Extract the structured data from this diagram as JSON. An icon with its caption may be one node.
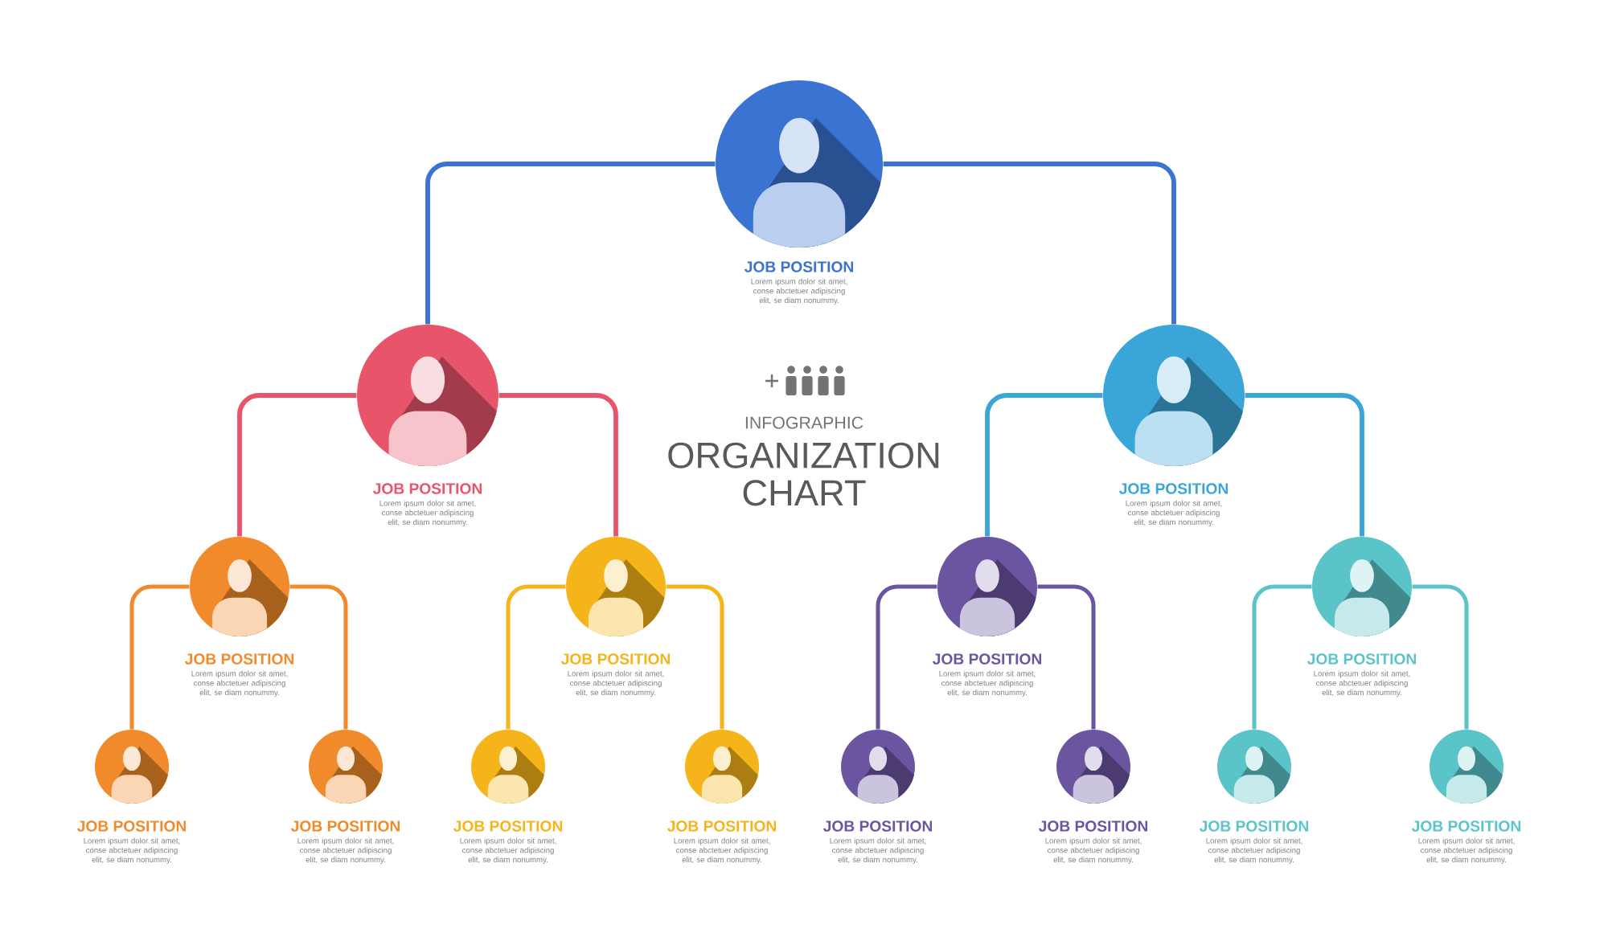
{
  "diagram": {
    "nodes": [
      {
        "text": [
          "JOB POSITION",
          "Lorem ipsum dolor sit amet, conse abctetuer adipiscing elit, se diam nonummy."
        ]
      },
      {
        "text": [
          "JOB POSITION",
          "Lorem ipsum dolor sit amet, conse abctetuer adipiscing elit, se diam nonummy."
        ]
      },
      {
        "text": [
          "JOB POSITION",
          "Lorem ipsum dolor sit amet, conse abctetuer adipiscing elit, se diam nonummy."
        ]
      },
      {
        "text": [
          "JOB POSITION",
          "Lorem ipsum dolor sit amet, conse abctetuer adipiscing elit, se diam nonummy."
        ]
      },
      {
        "text": [
          "JOB POSITION",
          "Lorem ipsum dolor sit amet, conse abctetuer adipiscing elit, se diam nonummy."
        ]
      },
      {
        "text": [
          "JOB POSITION",
          "Lorem ipsum dolor sit amet, conse abctetuer adipiscing elit, se diam nonummy."
        ]
      },
      {
        "text": [
          "JOB POSITION",
          "Lorem ipsum dolor sit amet, conse abctetuer adipiscing elit, se diam nonummy."
        ]
      },
      {
        "text": [
          "JOB POSITION",
          "Lorem ipsum dolor sit amet, conse abctetuer adipiscing elit, se diam nonummy."
        ]
      },
      {
        "text": [
          "JOB POSITION",
          "Lorem ipsum dolor sit amet, conse abctetuer adipiscing elit, se diam nonummy."
        ]
      },
      {
        "text": [
          "JOB POSITION",
          "Lorem ipsum dolor sit amet, conse abctetuer adipiscing elit, se diam nonummy."
        ]
      },
      {
        "text": [
          "JOB POSITION",
          "Lorem ipsum dolor sit amet, conse abctetuer adipiscing elit, se diam nonummy."
        ]
      },
      {
        "text": [
          "JOB POSITION",
          "Lorem ipsum dolor sit amet, conse abctetuer adipiscing elit, se diam nonummy."
        ]
      },
      {
        "text": [
          "JOB POSITION",
          "Lorem ipsum dolor sit amet, conse abctetuer adipiscing elit, se diam nonummy."
        ]
      },
      {
        "text": [
          "JOB POSITION",
          "Lorem ipsum dolor sit amet, conse abctetuer adipiscing elit, se diam nonummy."
        ]
      },
      {
        "text": [
          "JOB POSITION",
          "Lorem ipsum dolor sit amet, conse abctetuer adipiscing elit, se diam nonummy."
        ]
      }
    ],
    "edges": [
      {
        "from": 0,
        "to": 1,
        "arrow": "none",
        "color": "#3a73d1"
      },
      {
        "from": 0,
        "to": 2,
        "arrow": "none",
        "color": "#3a73d1"
      },
      {
        "from": 1,
        "to": 3,
        "arrow": "none",
        "color": "#e8556b"
      },
      {
        "from": 1,
        "to": 4,
        "arrow": "none",
        "color": "#e8556b"
      },
      {
        "from": 2,
        "to": 5,
        "arrow": "none",
        "color": "#3aa6d8"
      },
      {
        "from": 2,
        "to": 6,
        "arrow": "none",
        "color": "#3aa6d8"
      },
      {
        "from": 3,
        "to": 7,
        "arrow": "none",
        "color": "#f08a2a"
      },
      {
        "from": 3,
        "to": 8,
        "arrow": "none",
        "color": "#f08a2a"
      },
      {
        "from": 4,
        "to": 9,
        "arrow": "none",
        "color": "#f5b41a"
      },
      {
        "from": 4,
        "to": 10,
        "arrow": "none",
        "color": "#f5b41a"
      },
      {
        "from": 5,
        "to": 11,
        "arrow": "none",
        "color": "#6b55a0"
      },
      {
        "from": 5,
        "to": 12,
        "arrow": "none",
        "color": "#6b55a0"
      },
      {
        "from": 6,
        "to": 13,
        "arrow": "none",
        "color": "#5bc4c9"
      },
      {
        "from": 6,
        "to": 14,
        "arrow": "none",
        "color": "#5bc4c9"
      }
    ],
    "labels": [
      "INFOGRAPHIC",
      "ORGANIZATION CHART"
    ]
  }
}
